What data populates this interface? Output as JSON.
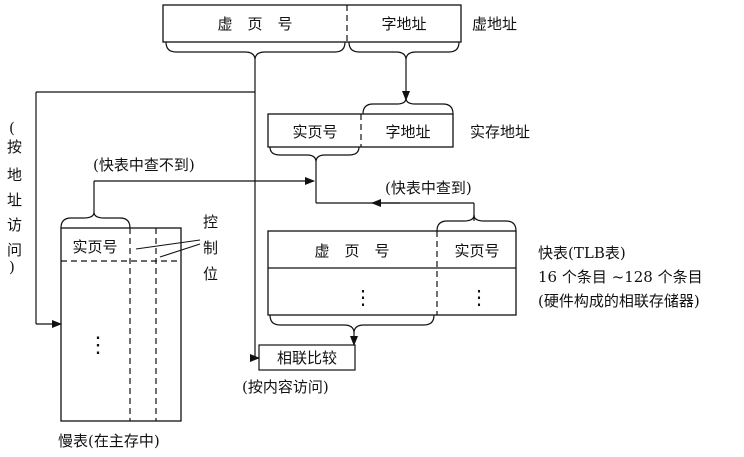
{
  "virtual_address": {
    "page_number": "虚　页　号",
    "word_address": "字地址",
    "label": "虚地址"
  },
  "real_address": {
    "page_number": "实页号",
    "word_address": "字地址",
    "label": "实存地址"
  },
  "tlb": {
    "col_virtual_page": "虚　页　号",
    "col_real_page": "实页号",
    "ellipsis_left": "⋮",
    "ellipsis_right": "⋮",
    "title": "快表(TLB表)",
    "line2": "16 个条目 ~128 个条目",
    "line3": "(硬件构成的相联存储器)"
  },
  "comparator": {
    "label": "相联比较",
    "caption": "(按内容访问)"
  },
  "slow_table": {
    "header": "实页号",
    "ellipsis": "⋮",
    "caption": "慢表(在主存中)",
    "control_bits": [
      "控",
      "制",
      "位"
    ]
  },
  "labels": {
    "tlb_miss": "(快表中查不到)",
    "tlb_hit": "(快表中查到)",
    "address_access": [
      "(",
      "按",
      "地",
      "址",
      "访",
      "问",
      ")"
    ]
  }
}
